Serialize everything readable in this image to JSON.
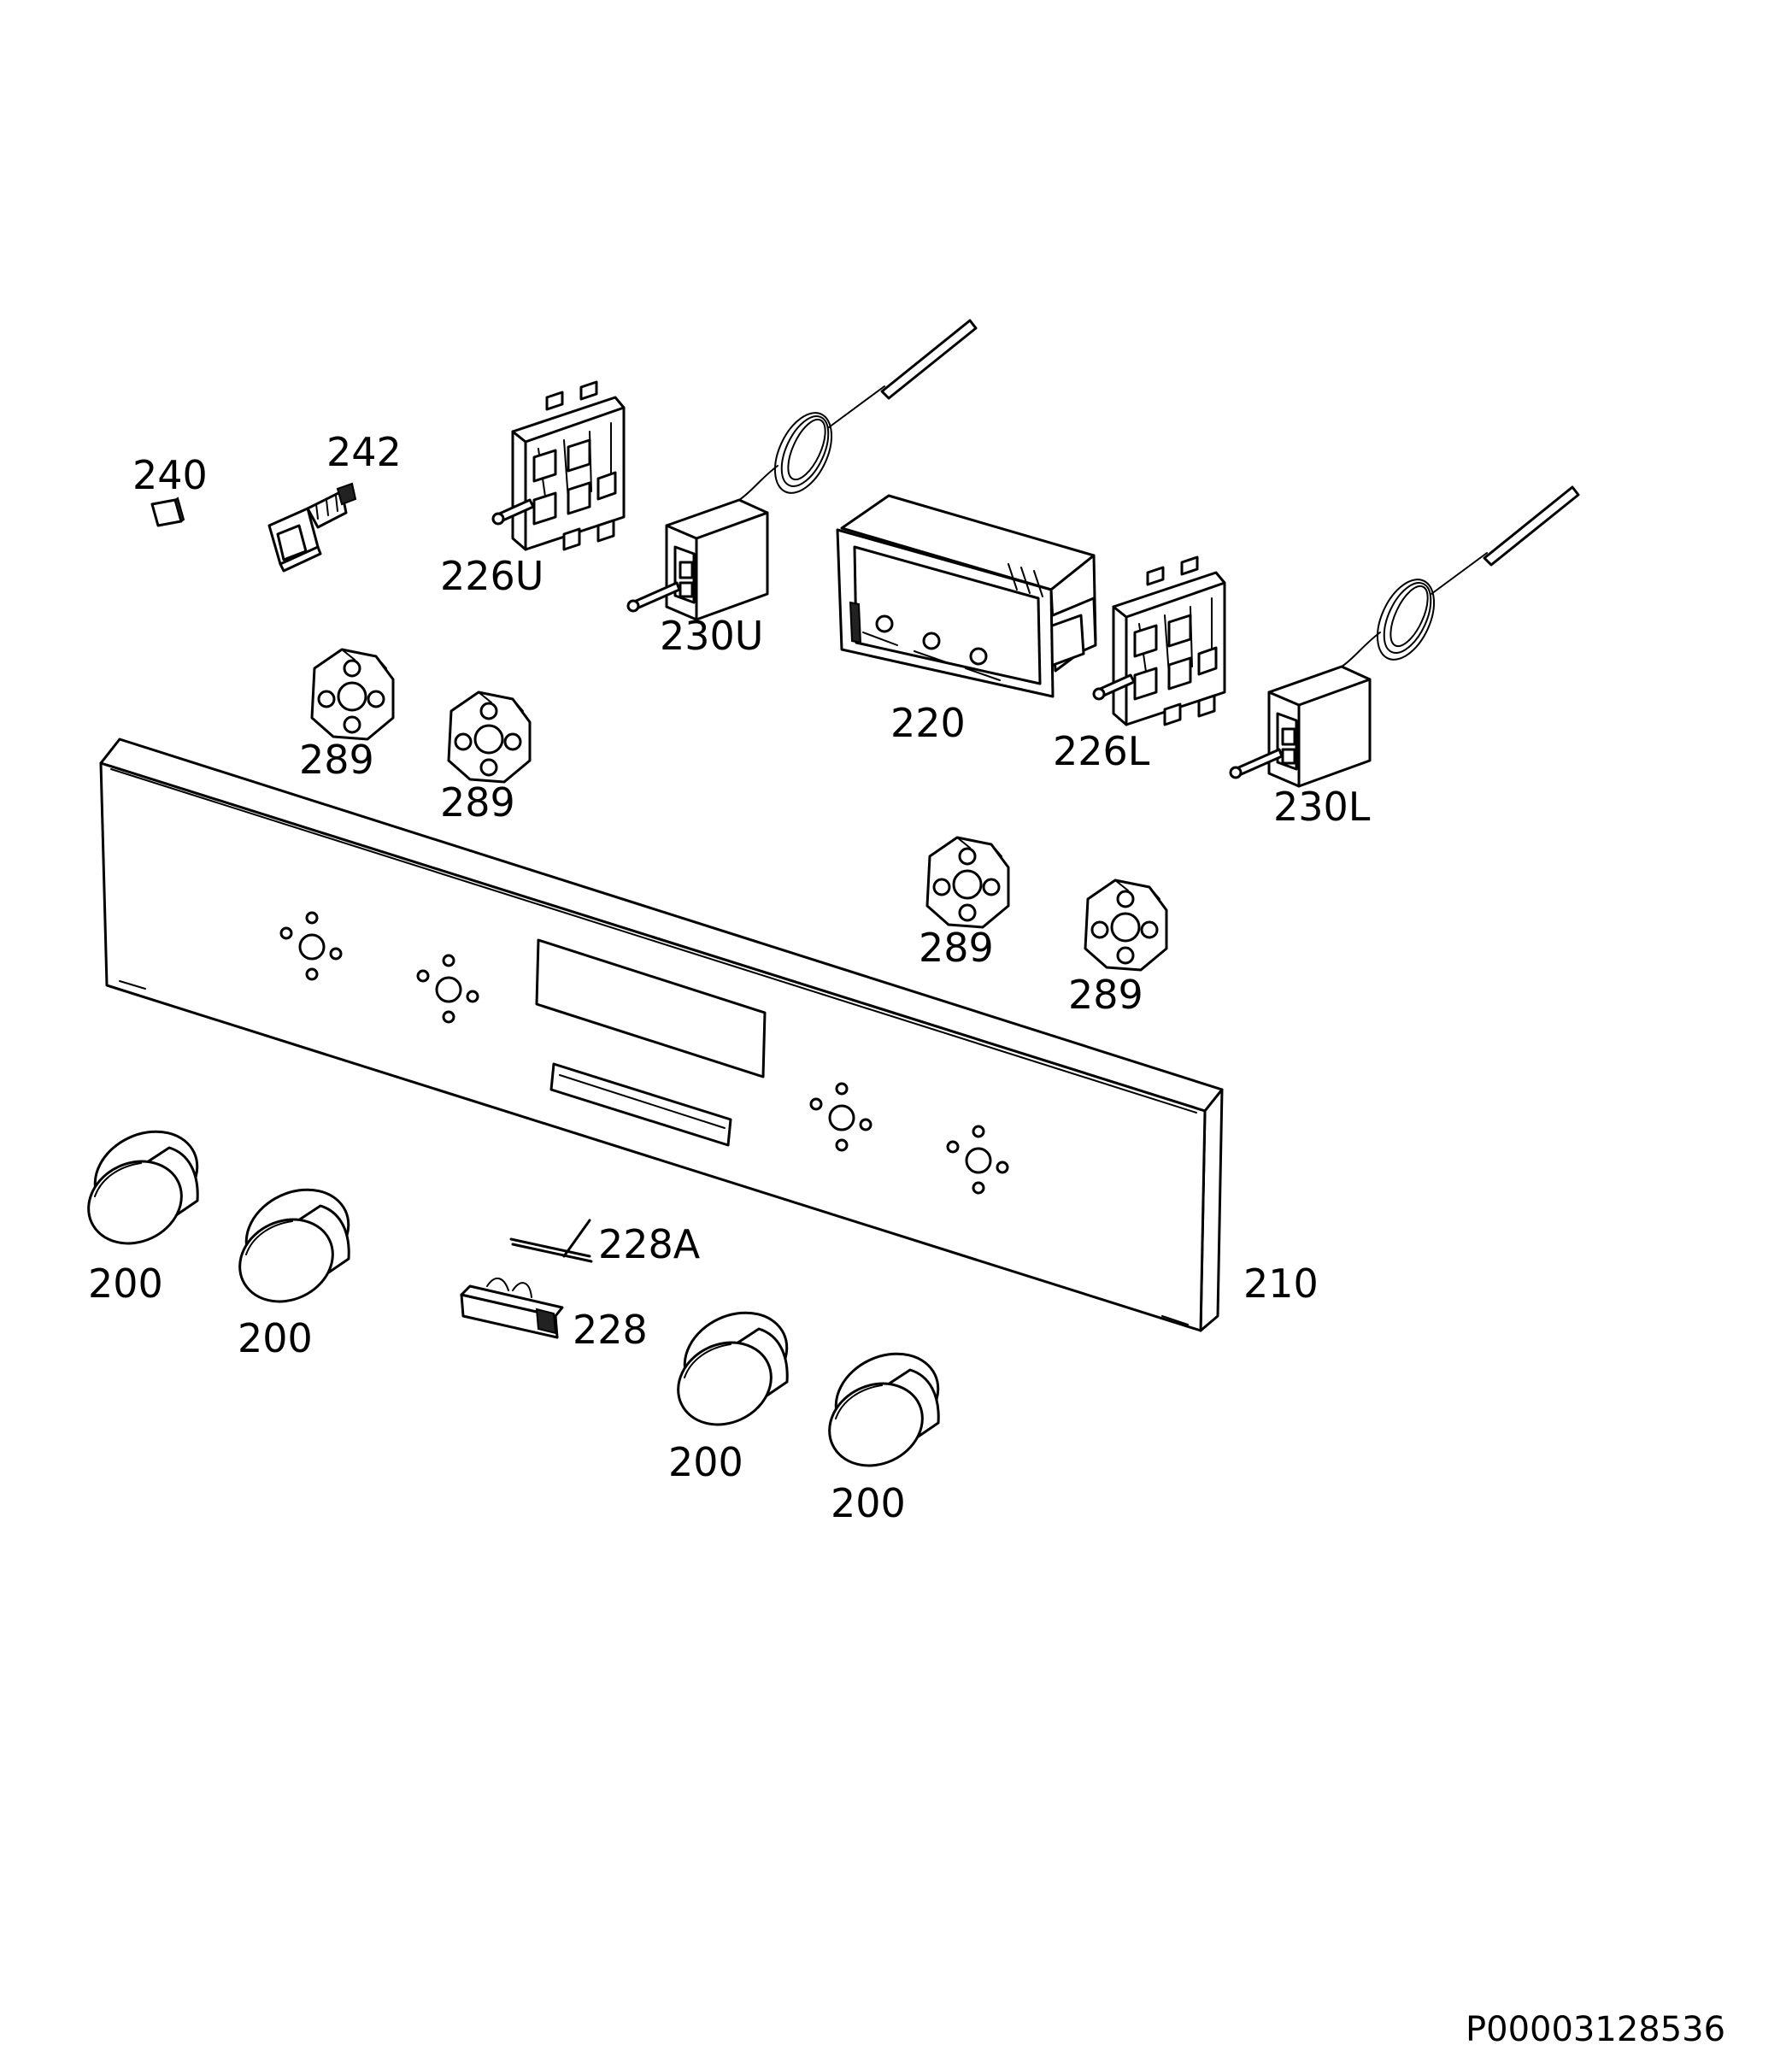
{
  "labels": {
    "p240": "240",
    "p242": "242",
    "p226U": "226U",
    "p230U": "230U",
    "p220": "220",
    "p226L": "226L",
    "p230L": "230L",
    "p289_a": "289",
    "p289_b": "289",
    "p289_c": "289",
    "p289_d": "289",
    "p210": "210",
    "p228A": "228A",
    "p228": "228",
    "p200_a": "200",
    "p200_b": "200",
    "p200_c": "200",
    "p200_d": "200"
  },
  "reference": "P00003128536"
}
